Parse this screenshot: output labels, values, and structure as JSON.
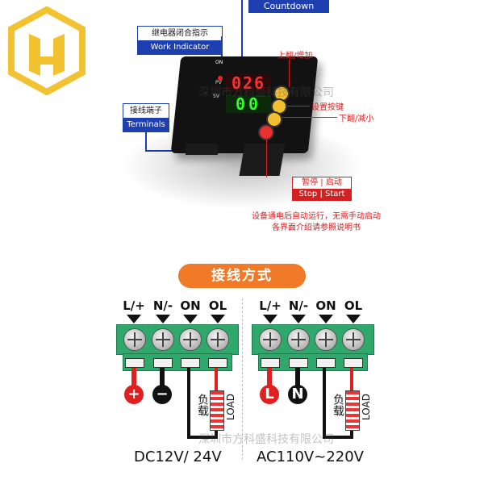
{
  "top": {
    "countdown": "Countdown",
    "work_indicator_cn": "继电器闭合指示",
    "work_indicator_en": "Work Indicator",
    "terminals_cn": "接线端子",
    "terminals_en": "Terminals",
    "up_increase": "上翻/增加",
    "set_key": "设置按键",
    "down_decrease": "下翻/减小",
    "stop_cn": "暂停 | 启动",
    "stop_en": "Stop | Start",
    "auto_note_line1": "设备通电后自动运行，无需手动启动",
    "auto_note_line2": "各界面介绍请参照说明书",
    "display_top": "026",
    "display_bottom": "00",
    "led_on": "ON",
    "led_pv": "PV",
    "led_sv": "SV",
    "watermark_top": "深圳市方科盛科技有限公司"
  },
  "wiring": {
    "title": "接线方式",
    "dc": {
      "labels": [
        "L/+",
        "N/-",
        "ON",
        "OL"
      ],
      "plus": "+",
      "minus": "−",
      "load_cn": "负载",
      "load_en": "LOAD",
      "voltage": "DC12V/ 24V"
    },
    "ac": {
      "labels": [
        "L/+",
        "N/-",
        "ON",
        "OL"
      ],
      "l": "L",
      "n": "N",
      "load_cn": "负载",
      "load_en": "LOAD",
      "voltage": "AC110V~220V"
    },
    "watermark": "深圳市方科盛科技有限公司"
  },
  "colors": {
    "blue": "#1d3fb0",
    "red": "#d42020",
    "orange": "#f07a27",
    "green": "#2ea86b",
    "logo_gold": "#f2c230"
  }
}
